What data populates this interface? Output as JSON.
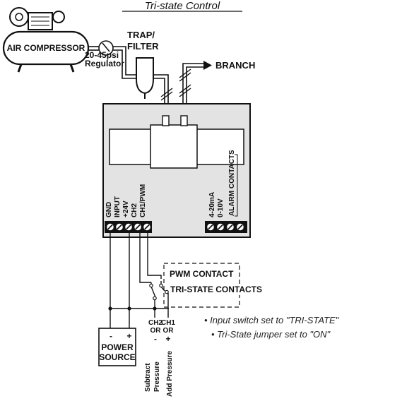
{
  "title": "Tri-state Control",
  "compressor": {
    "label": "AIR COMPRESSOR"
  },
  "regulator": {
    "line1": "20-45psi",
    "line2": "Regulator"
  },
  "trap_filter": {
    "line1": "TRAP/",
    "line2": "FILTER"
  },
  "branch": {
    "label": "BRANCH"
  },
  "terminals_left": [
    "GND",
    "INPUT",
    "+24V",
    "CH2",
    "CH1/PWM"
  ],
  "terminals_right": [
    "4-20mA",
    "0-10V"
  ],
  "alarm_contacts": "ALARM CONTACTS",
  "pwm_contact": "PWM CONTACT",
  "tristate_contacts": "TRI-STATE CONTACTS",
  "power_source": {
    "minus": "-",
    "plus": "+",
    "line1": "POWER",
    "line2": "SOURCE"
  },
  "channels": {
    "ch2": {
      "name": "CH2",
      "or": "OR",
      "sign": "-"
    },
    "ch1": {
      "name": "CH1",
      "or": "OR",
      "sign": "+"
    }
  },
  "pressure_labels": {
    "subtract": [
      "Subtract",
      "Pressure"
    ],
    "add": [
      "Add Pressure"
    ]
  },
  "notes": [
    "• Input switch set to \"TRI-STATE\"",
    "• Tri-State jumper set to \"ON\""
  ],
  "colors": {
    "line": "#111111",
    "enclosure": "#e3e3e3",
    "white": "#ffffff"
  }
}
